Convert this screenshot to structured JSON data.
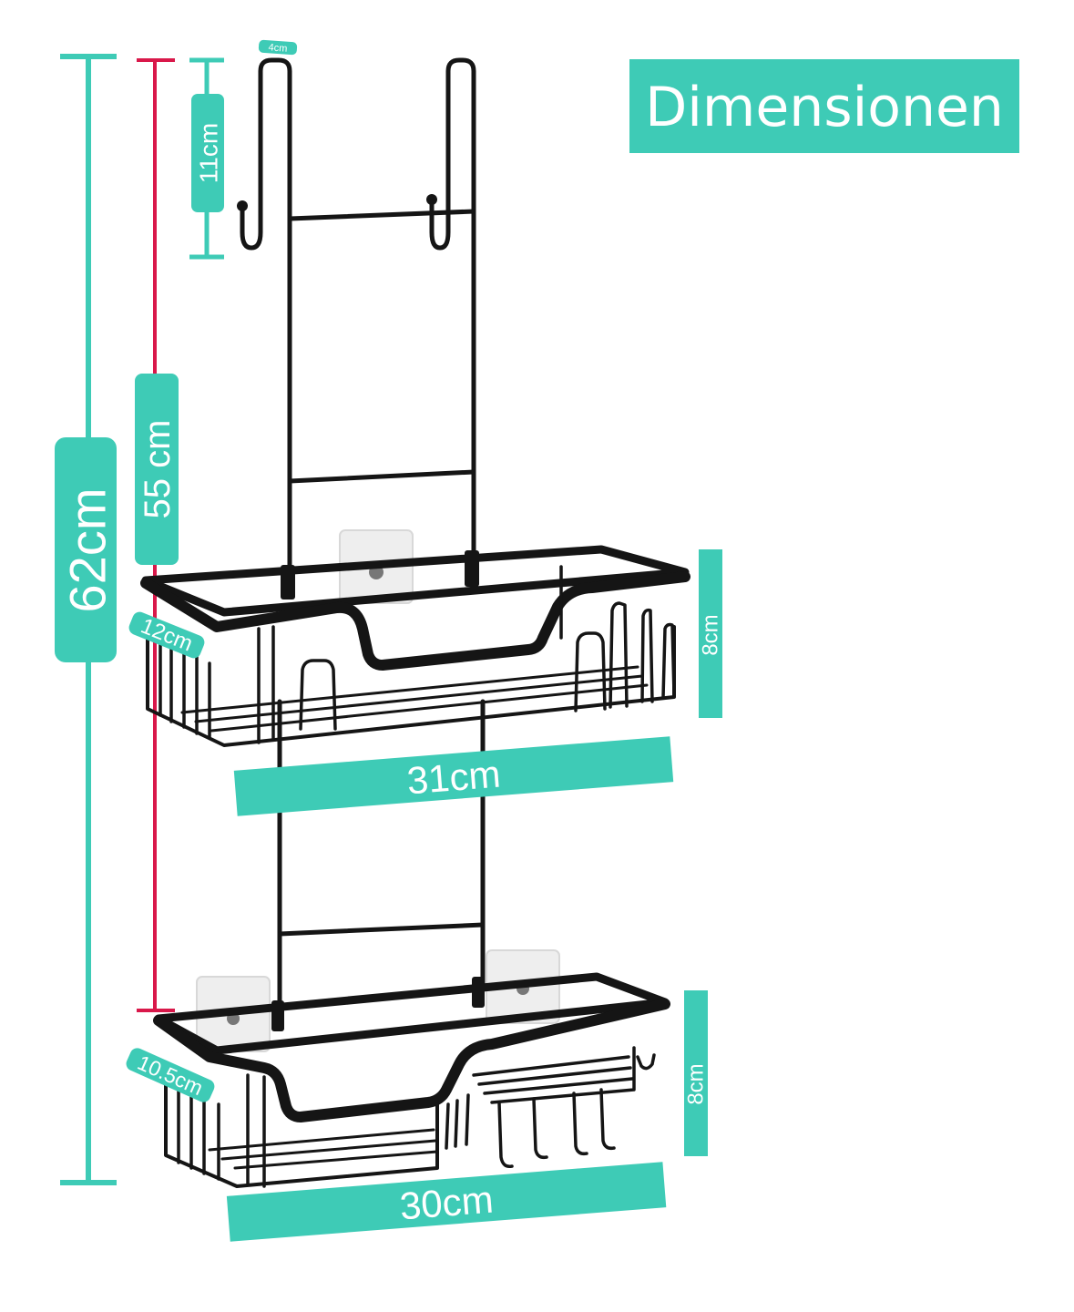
{
  "title": "Dimensionen",
  "colors": {
    "teal": "#3ecbb6",
    "red": "#d9184a",
    "metal": "#151515",
    "title_bg": "#3ecbb6",
    "text": "#ffffff"
  },
  "dimensions": {
    "total_height": "62cm",
    "usable_height": "55 cm",
    "hook_height": "11cm",
    "hook_width": "4cm",
    "top_shelf_depth": "12cm",
    "top_shelf_width": "31cm",
    "top_shelf_height": "8cm",
    "bottom_shelf_depth": "10.5cm",
    "bottom_shelf_width": "30cm",
    "bottom_shelf_height": "8cm"
  }
}
